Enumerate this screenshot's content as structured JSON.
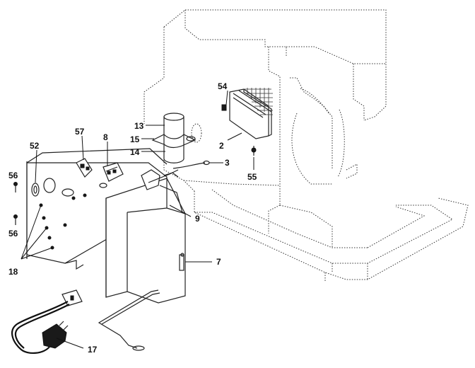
{
  "diagram": {
    "callouts": {
      "c13": "13",
      "c15": "15",
      "c14": "14",
      "c54": "54",
      "c2": "2",
      "c55": "55",
      "c3": "3",
      "c57": "57",
      "c8": "8",
      "c52": "52",
      "c56a": "56",
      "c56b": "56",
      "c9": "9",
      "c7": "7",
      "c18": "18",
      "c17": "17"
    }
  }
}
